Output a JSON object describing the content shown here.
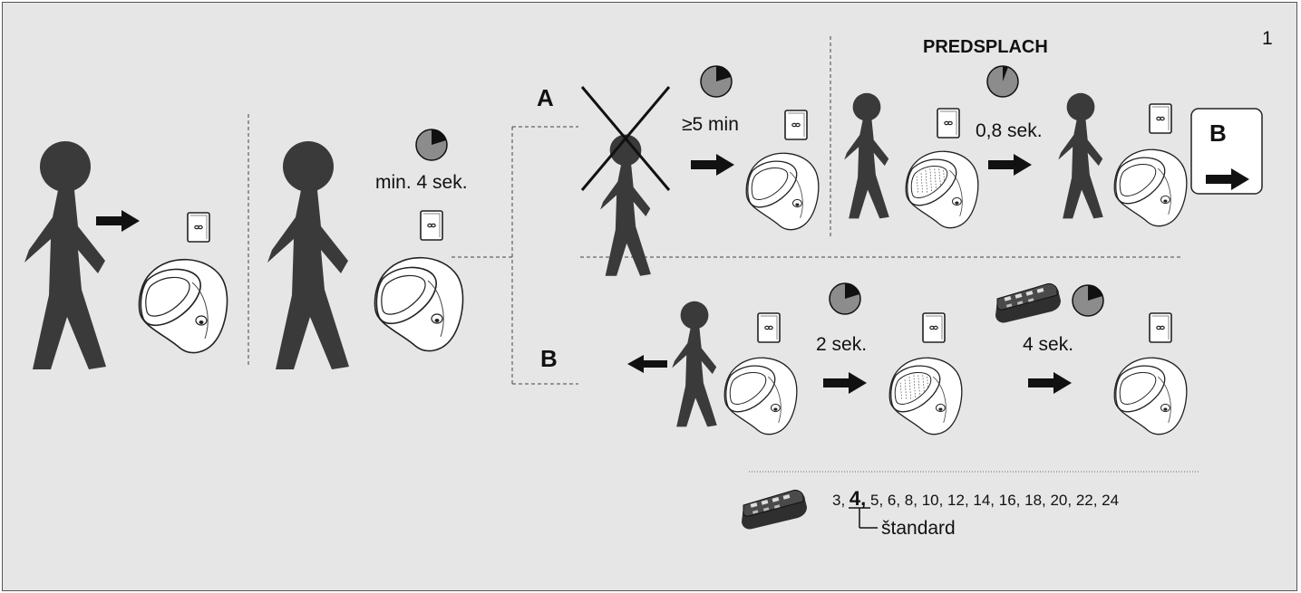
{
  "page_number": "1",
  "labels": {
    "preflush_title": "PREDSPLACH",
    "branch_a": "A",
    "branch_b": "B",
    "goto_b": "B",
    "min_time": "min. 4 sek.",
    "idle_time": "≥5 min",
    "preflush_time": "0,8 sek.",
    "flush_delay": "2 sek.",
    "flush_duration": "4 sek."
  },
  "settings": {
    "before": "3, ",
    "default": "4,",
    "after": " 5, 6, 8, 10, 12, 14, 16, 18, 20, 22, 24",
    "standard_label": "štandard"
  },
  "colors": {
    "background": "#e6e6e6",
    "figure": "#3a3a3a",
    "timer_fill": "#8c8c8c",
    "line": "#444444"
  },
  "icons": [
    "person-icon",
    "sensor-icon",
    "urinal-icon",
    "timer-icon",
    "arrow-icon",
    "remote-control-icon",
    "cross-icon"
  ]
}
